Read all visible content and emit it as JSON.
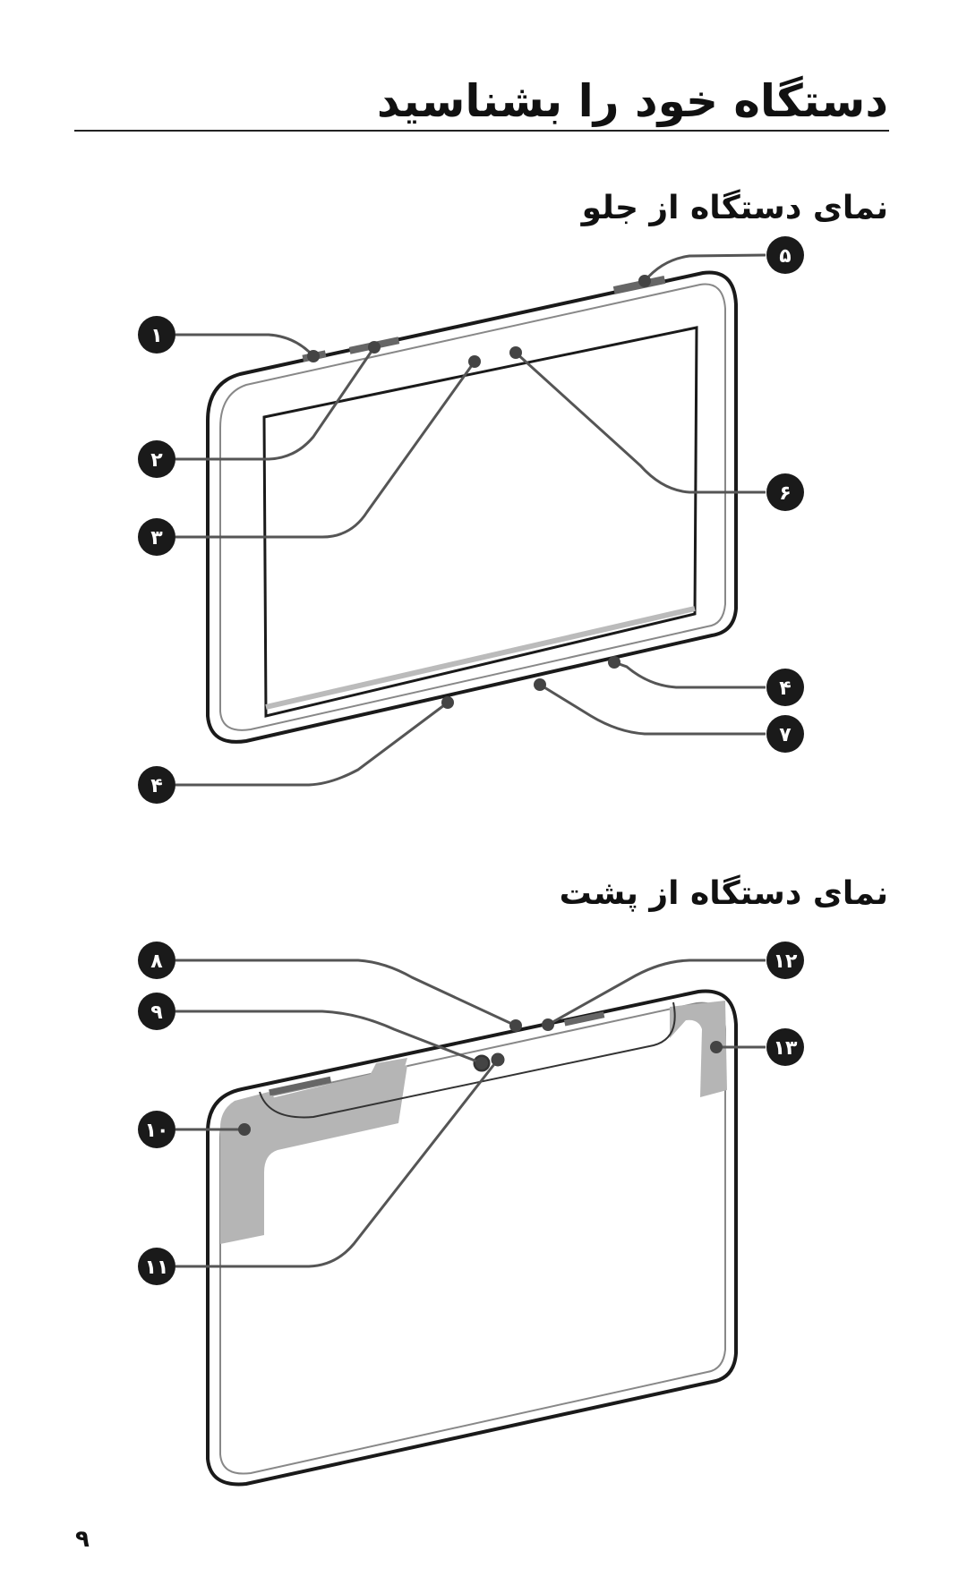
{
  "page": {
    "title": "دستگاه خود را بشناسید",
    "page_number": "۹"
  },
  "front_view": {
    "heading": "نمای دستگاه از جلو",
    "callouts": [
      "۱",
      "۲",
      "۳",
      "۴",
      "۵",
      "۶",
      "۴",
      "۷"
    ]
  },
  "back_view": {
    "heading": "نمای دستگاه از پشت",
    "callouts": [
      "۸",
      "۹",
      "۱۰",
      "۱۱",
      "۱۲",
      "۱۳"
    ]
  }
}
